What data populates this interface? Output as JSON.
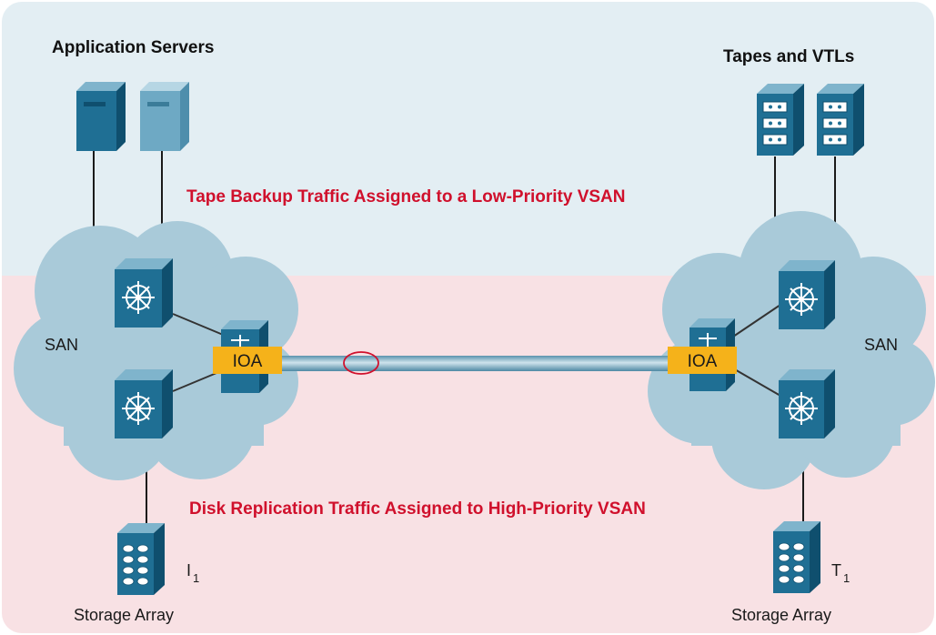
{
  "labels": {
    "application_servers": "Application Servers",
    "tapes_and_vtls": "Tapes and VTLs",
    "low_priority": "Tape Backup Traffic Assigned to a Low-Priority VSAN",
    "high_priority": "Disk Replication Traffic Assigned to High-Priority VSAN",
    "san_left": "SAN",
    "san_right": "SAN",
    "ioa_left": "IOA",
    "ioa_right": "IOA",
    "storage_left": "Storage Array",
    "storage_right": "Storage Array",
    "initiator_letter": "I",
    "initiator_sub": "1",
    "target_letter": "T",
    "target_sub": "1"
  },
  "colors": {
    "top_band": "#e3eef3",
    "bottom_band": "#f8e1e4",
    "cloud": "#a9cad9",
    "device_front": "#1f6f94",
    "ioa_tag": "#f5b21a",
    "priority_text": "#d0102c",
    "link_marker": "#d0102c"
  }
}
